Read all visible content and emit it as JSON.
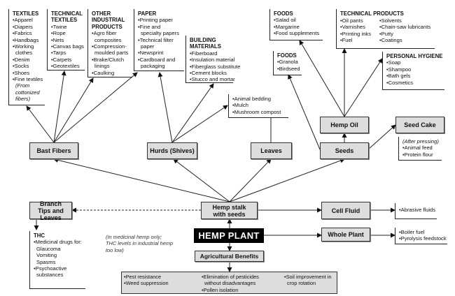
{
  "center": "HEMP PLANT",
  "stalk": "Hemp stalk with seeds",
  "parts": {
    "bast": "Bast Fibers",
    "hurds": "Hurds (Shives)",
    "leaves": "Leaves",
    "seeds": "Seeds",
    "hemp_oil": "Hemp Oil",
    "seed_cake": "Seed Cake",
    "branch_tips": "Branch Tips and Leaves",
    "cell_fluid": "Cell Fluid",
    "whole_plant": "Whole Plant",
    "agri": "Agricultural Benefits"
  },
  "textiles": {
    "title": "TEXTILES",
    "items": [
      "•Apparel",
      "•Diapers",
      "•Fabrics",
      "•Handbags",
      "•Working",
      "clothes",
      "•Denim",
      "•Socks",
      "•Shoes",
      "•Fine textiles"
    ],
    "note": [
      "(From",
      "cottonized",
      "fibers)"
    ]
  },
  "technical_textiles": {
    "title": [
      "TECHNICAL",
      "TEXTILES"
    ],
    "items": [
      "•Twine",
      "•Rope",
      "•Nets",
      "•Canvas bags",
      "•Tarps",
      "•Carpets",
      "•Geotextiles"
    ]
  },
  "other_industrial": {
    "title": [
      "OTHER",
      "INDUSTRIAL",
      "PRODUCTS"
    ],
    "items": [
      "•Agro fiber",
      "composites",
      "•Compression-",
      "moulded parts",
      "•Brake/Clutch",
      "linings",
      "•Caulking"
    ]
  },
  "paper": {
    "title": "PAPER",
    "items": [
      "•Printing paper",
      "•Fine and",
      "specialty papers",
      "•Technical filter",
      "paper",
      "•Newsprint",
      "•Cardboard and",
      "packaging"
    ]
  },
  "building": {
    "title": [
      "BUILDING",
      "MATERIALS"
    ],
    "items": [
      "•Fiberboard",
      "•Insulation material",
      "•Fiberglass substitute",
      "•Cement blocks",
      "•Stucco and mortar"
    ]
  },
  "hurds_uses": [
    "•Animal bedding",
    "•Mulch",
    "•Mushroom compost"
  ],
  "foods_oil": {
    "title": "FOODS",
    "items": [
      "•Salad oil",
      "•Margarine",
      "•Food supplements"
    ]
  },
  "foods_seed": {
    "title": "FOODS",
    "items": [
      "•Granola",
      "•Birdseed"
    ]
  },
  "technical_products": {
    "title": "TECHNICAL PRODUCTS",
    "col1": [
      "•Oil pants",
      "•Varnishes",
      "•Printing inks",
      "•Fuel"
    ],
    "col2": [
      "•Solvents",
      "•Chain-saw lubricants",
      "•Putty",
      "•Coatings"
    ]
  },
  "personal_hygiene": {
    "title": "PERSONAL HYGIENE",
    "items": [
      "•Soap",
      "•Shampoo",
      "•Bath gels",
      "•Cosmetics"
    ]
  },
  "seed_cake_uses": {
    "note": "(After pressing)",
    "items": [
      "•Animal feed",
      "•Protein flour"
    ]
  },
  "thc": {
    "title": "THC",
    "items": [
      "•Medicinal drugs for:",
      "Glaucoma",
      "Vomiting",
      "Spasms",
      "•Psychoactive",
      "substances"
    ]
  },
  "thc_note": [
    "(In medicinal hemp only;",
    "THC levels in industrial hemp",
    "too low)"
  ],
  "cell_fluid_uses": [
    "•Abrasive fluids"
  ],
  "whole_plant_uses": [
    "•Boiler fuel",
    "•Pyrolysis feedstock"
  ],
  "benefits": {
    "col1": [
      "•Pest resistance",
      "•Weed suppression"
    ],
    "col2": [
      "•Elimination of pesticides",
      "without disadvantages",
      "•Pollen isolation"
    ],
    "col3": [
      "•Soil improvement in",
      "crop rotation"
    ]
  }
}
